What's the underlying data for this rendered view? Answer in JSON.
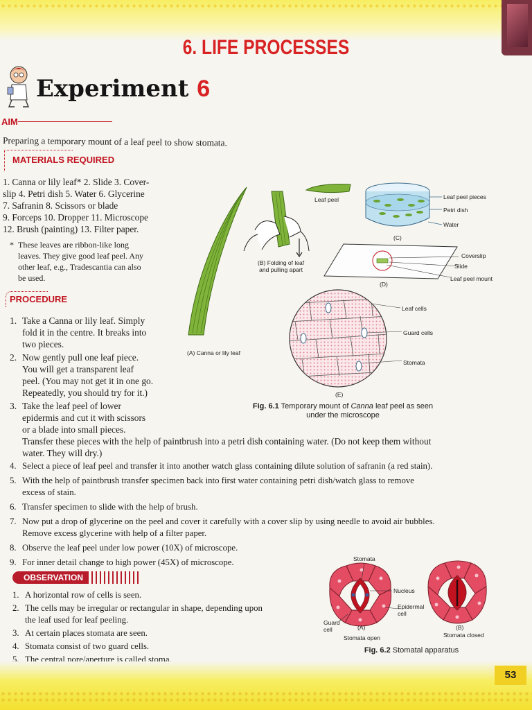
{
  "header": {
    "chapter_title": "6. LIFE PROCESSES",
    "experiment_word": "Experiment",
    "experiment_number": "6"
  },
  "aim": {
    "heading": "AIM",
    "text": "Preparing a temporary mount of a leaf peel to show stomata."
  },
  "materials": {
    "heading": "MATERIALS REQUIRED",
    "lines": [
      "1. Canna or lily leaf* 2. Slide 3. Cover-",
      "slip 4. Petri dish 5. Water 6. Glycerine",
      "7. Safranin 8. Scissors or blade",
      "9. Forceps 10. Dropper 11. Microscope",
      "12. Brush (painting) 13. Filter paper."
    ],
    "footnote_lines": [
      "These leaves are ribbon-like long",
      "leaves. They give good leaf peel. Any",
      "other leaf, e.g., Tradescantia can also",
      "be used."
    ],
    "footnote_marker": "*"
  },
  "procedure": {
    "heading": "PROCEDURE",
    "steps": [
      {
        "num": "1.",
        "lines": [
          "Take a Canna or lily leaf. Simply",
          "fold it in the centre. It breaks into",
          "two pieces."
        ]
      },
      {
        "num": "2.",
        "lines": [
          "Now gently pull one leaf piece.",
          "You will get a transparent leaf",
          "peel. (You may not get it in one go.",
          "Repeatedly, you should try for it.)"
        ]
      },
      {
        "num": "3.",
        "lines": [
          "Take the leaf peel of lower",
          "epidermis and cut it with scissors",
          "or a blade into small pieces."
        ]
      }
    ],
    "step3_continuation": [
      "Transfer these pieces with the help of paintbrush into a petri dish containing water. (Do not keep them without",
      "water. They will dry.)"
    ],
    "steps_full": [
      {
        "num": "4.",
        "lines": [
          "Select a piece of leaf peel and transfer it into another watch glass containing dilute solution of safranin (a red stain)."
        ]
      },
      {
        "num": "5.",
        "lines": [
          "With the help of paintbrush transfer specimen back into first water containing petri dish/watch glass to remove",
          "excess of stain."
        ]
      },
      {
        "num": "6.",
        "lines": [
          "Transfer specimen to slide with the help of brush."
        ]
      },
      {
        "num": "7.",
        "lines": [
          "Now put a drop of glycerine on the peel and cover it carefully with a cover slip by using needle to avoid air bubbles.",
          "Remove excess glycerine with help of a filter paper."
        ]
      },
      {
        "num": "8.",
        "lines": [
          "Observe the leaf peel under low power (10X) of microscope."
        ]
      },
      {
        "num": "9.",
        "lines": [
          "For inner detail change to high power (45X) of microscope."
        ]
      }
    ]
  },
  "observation": {
    "heading": "OBSERVATION",
    "items": [
      {
        "num": "1.",
        "lines": [
          "A horizontal row of cells is seen."
        ]
      },
      {
        "num": "2.",
        "lines": [
          "The cells may be irregular or rectangular in shape, depending upon",
          "the leaf used for leaf peeling."
        ]
      },
      {
        "num": "3.",
        "lines": [
          "At certain places stomata are seen."
        ]
      },
      {
        "num": "4.",
        "lines": [
          "Stomata consist of two guard cells."
        ]
      },
      {
        "num": "5.",
        "lines": [
          "The central pore/aperture is called stoma."
        ]
      }
    ]
  },
  "fig61": {
    "labels": {
      "leaf_peel": "Leaf peel",
      "a": "(A) Canna or lily leaf",
      "b1": "(B) Folding of leaf",
      "b2": "and pulling apart",
      "c": "(C)",
      "leaf_peel_pieces": "Leaf peel pieces",
      "petri_dish": "Petri dish",
      "water": "Water",
      "d": "(D)",
      "coverslip": "Coverslip",
      "slide": "Slide",
      "leaf_peel_mount": "Leaf peel mount",
      "e": "(E)",
      "leaf_cells": "Leaf cells",
      "guard_cells": "Guard cells",
      "stomata": "Stomata"
    },
    "caption_bold": "Fig. 6.1",
    "caption_pre": "Temporary mount of ",
    "caption_italic": "Canna",
    "caption_post": " leaf peel as seen",
    "caption_line2": "under the microscope"
  },
  "fig62": {
    "labels": {
      "stomata": "Stomata",
      "nucleus": "Nucleus",
      "epidermal1": "Epidermal",
      "epidermal2": "cell",
      "guard1": "Guard",
      "guard2": "cell",
      "a": "(A)",
      "b": "(B)",
      "open": "Stomata open",
      "closed": "Stomata closed"
    },
    "caption_bold": "Fig. 6.2",
    "caption_text": "Stomatal apparatus"
  },
  "page_number": "53",
  "colors": {
    "accent_red": "#c1121f",
    "band_yellow": "#f7ee62",
    "leaf_green": "#6fa12e",
    "cell_red": "#d7364a"
  }
}
